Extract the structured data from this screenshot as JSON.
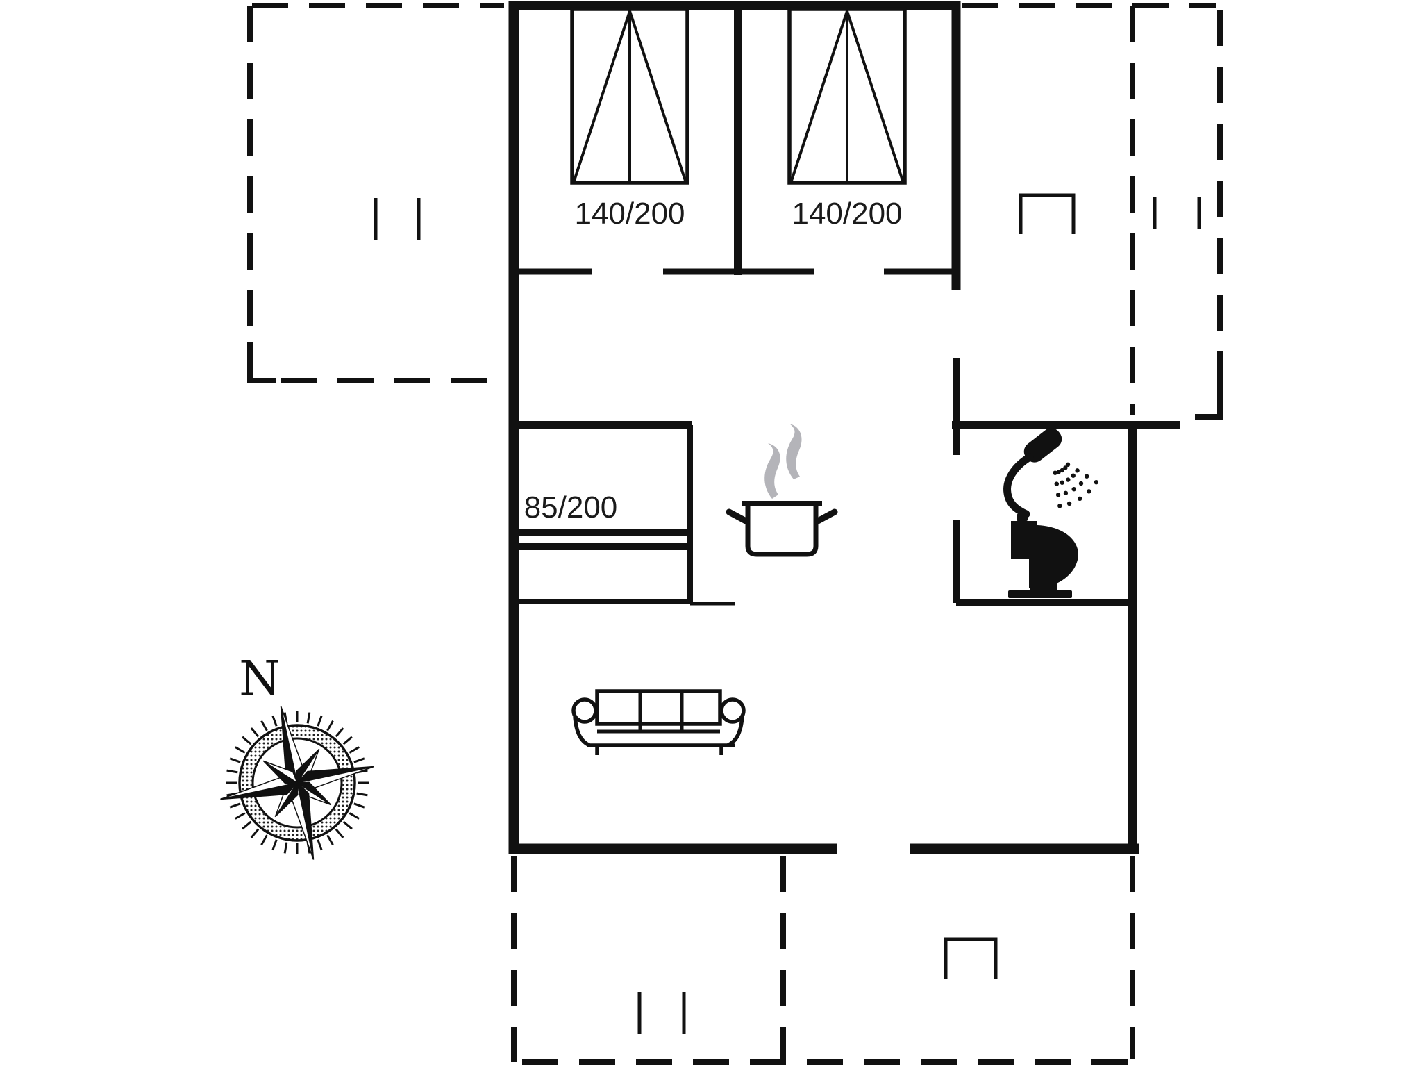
{
  "document": {
    "kind": "holiday-house-floor-plan",
    "background": "#ffffff"
  },
  "colors": {
    "wall": "#111111",
    "furniture": "#111111",
    "text": "#1a1a1a",
    "steam": "#b4b4b9"
  },
  "labels": {
    "bed_double_1": "140/200",
    "bed_double_2": "140/200",
    "bed_single": "85/200",
    "compass_north": "N"
  },
  "icons": [
    {
      "name": "double-bed-icon",
      "count": 2
    },
    {
      "name": "single-bed-icon",
      "count": 1
    },
    {
      "name": "cooking-pot-icon",
      "count": 1
    },
    {
      "name": "steam-icon",
      "count": 1
    },
    {
      "name": "shower-icon",
      "count": 1
    },
    {
      "name": "toilet-icon",
      "count": 1
    },
    {
      "name": "sofa-icon",
      "count": 1
    },
    {
      "name": "compass-rose-icon",
      "count": 1
    },
    {
      "name": "terrace-table-icon",
      "count": 2
    },
    {
      "name": "terrace-marker-icon",
      "count": 3
    }
  ]
}
